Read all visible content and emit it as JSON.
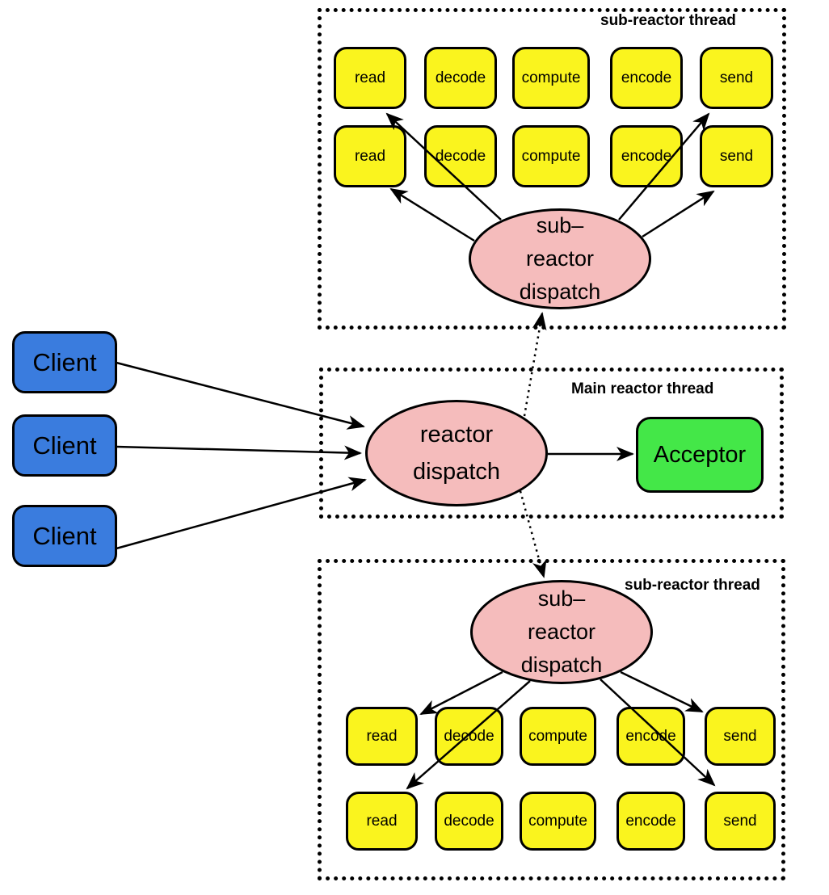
{
  "colors": {
    "task_fill": "#FAF41E",
    "dispatch_fill": "#F5BCBC",
    "client_fill": "#3A7CDE",
    "acceptor_fill": "#44E748",
    "line_and_border": "#000000"
  },
  "clients": [
    "Client",
    "Client",
    "Client"
  ],
  "main_section": {
    "label": "Main reactor thread",
    "ellipse_lines": [
      "reactor",
      "dispatch"
    ],
    "acceptor_label": "Acceptor"
  },
  "top_sub_section": {
    "label": "sub-reactor thread",
    "ellipse_lines": [
      "sub–",
      "reactor",
      "dispatch"
    ],
    "rows": [
      [
        "read",
        "decode",
        "compute",
        "encode",
        "send"
      ],
      [
        "read",
        "decode",
        "compute",
        "encode",
        "send"
      ]
    ]
  },
  "bottom_sub_section": {
    "label": "sub-reactor thread",
    "ellipse_lines": [
      "sub–",
      "reactor",
      "dispatch"
    ],
    "rows": [
      [
        "read",
        "decode",
        "compute",
        "encode",
        "send"
      ],
      [
        "read",
        "decode",
        "compute",
        "encode",
        "send"
      ]
    ]
  }
}
